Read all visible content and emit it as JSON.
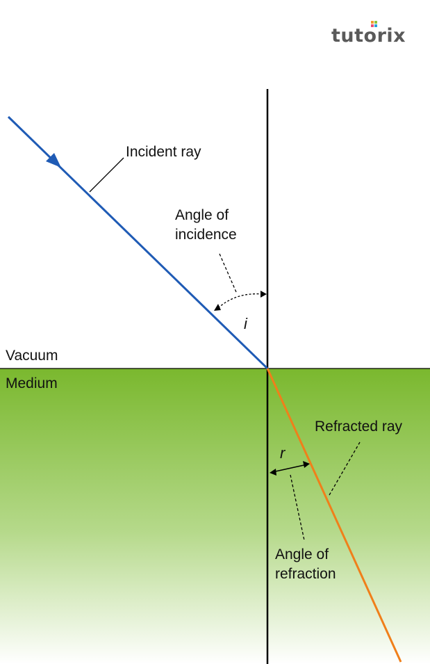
{
  "logo": {
    "text": "tutorix",
    "colors": [
      "#f39c2b",
      "#8ec63f",
      "#e94e77",
      "#29a3dc"
    ]
  },
  "media": {
    "upper": "Vacuum",
    "lower": "Medium"
  },
  "labels": {
    "incident_ray": "Incident ray",
    "angle_of_incidence": "Angle of\nincidence",
    "angle_i": "i",
    "refracted_ray": "Refracted ray",
    "angle_r": "r",
    "angle_of_refraction": "Angle of\nrefraction"
  },
  "colors": {
    "incident_ray": "#1f5bb5",
    "refracted_ray": "#f07f1a",
    "normal": "#000000",
    "medium_top": "#7ab82e",
    "medium_bottom": "#ffffff"
  }
}
